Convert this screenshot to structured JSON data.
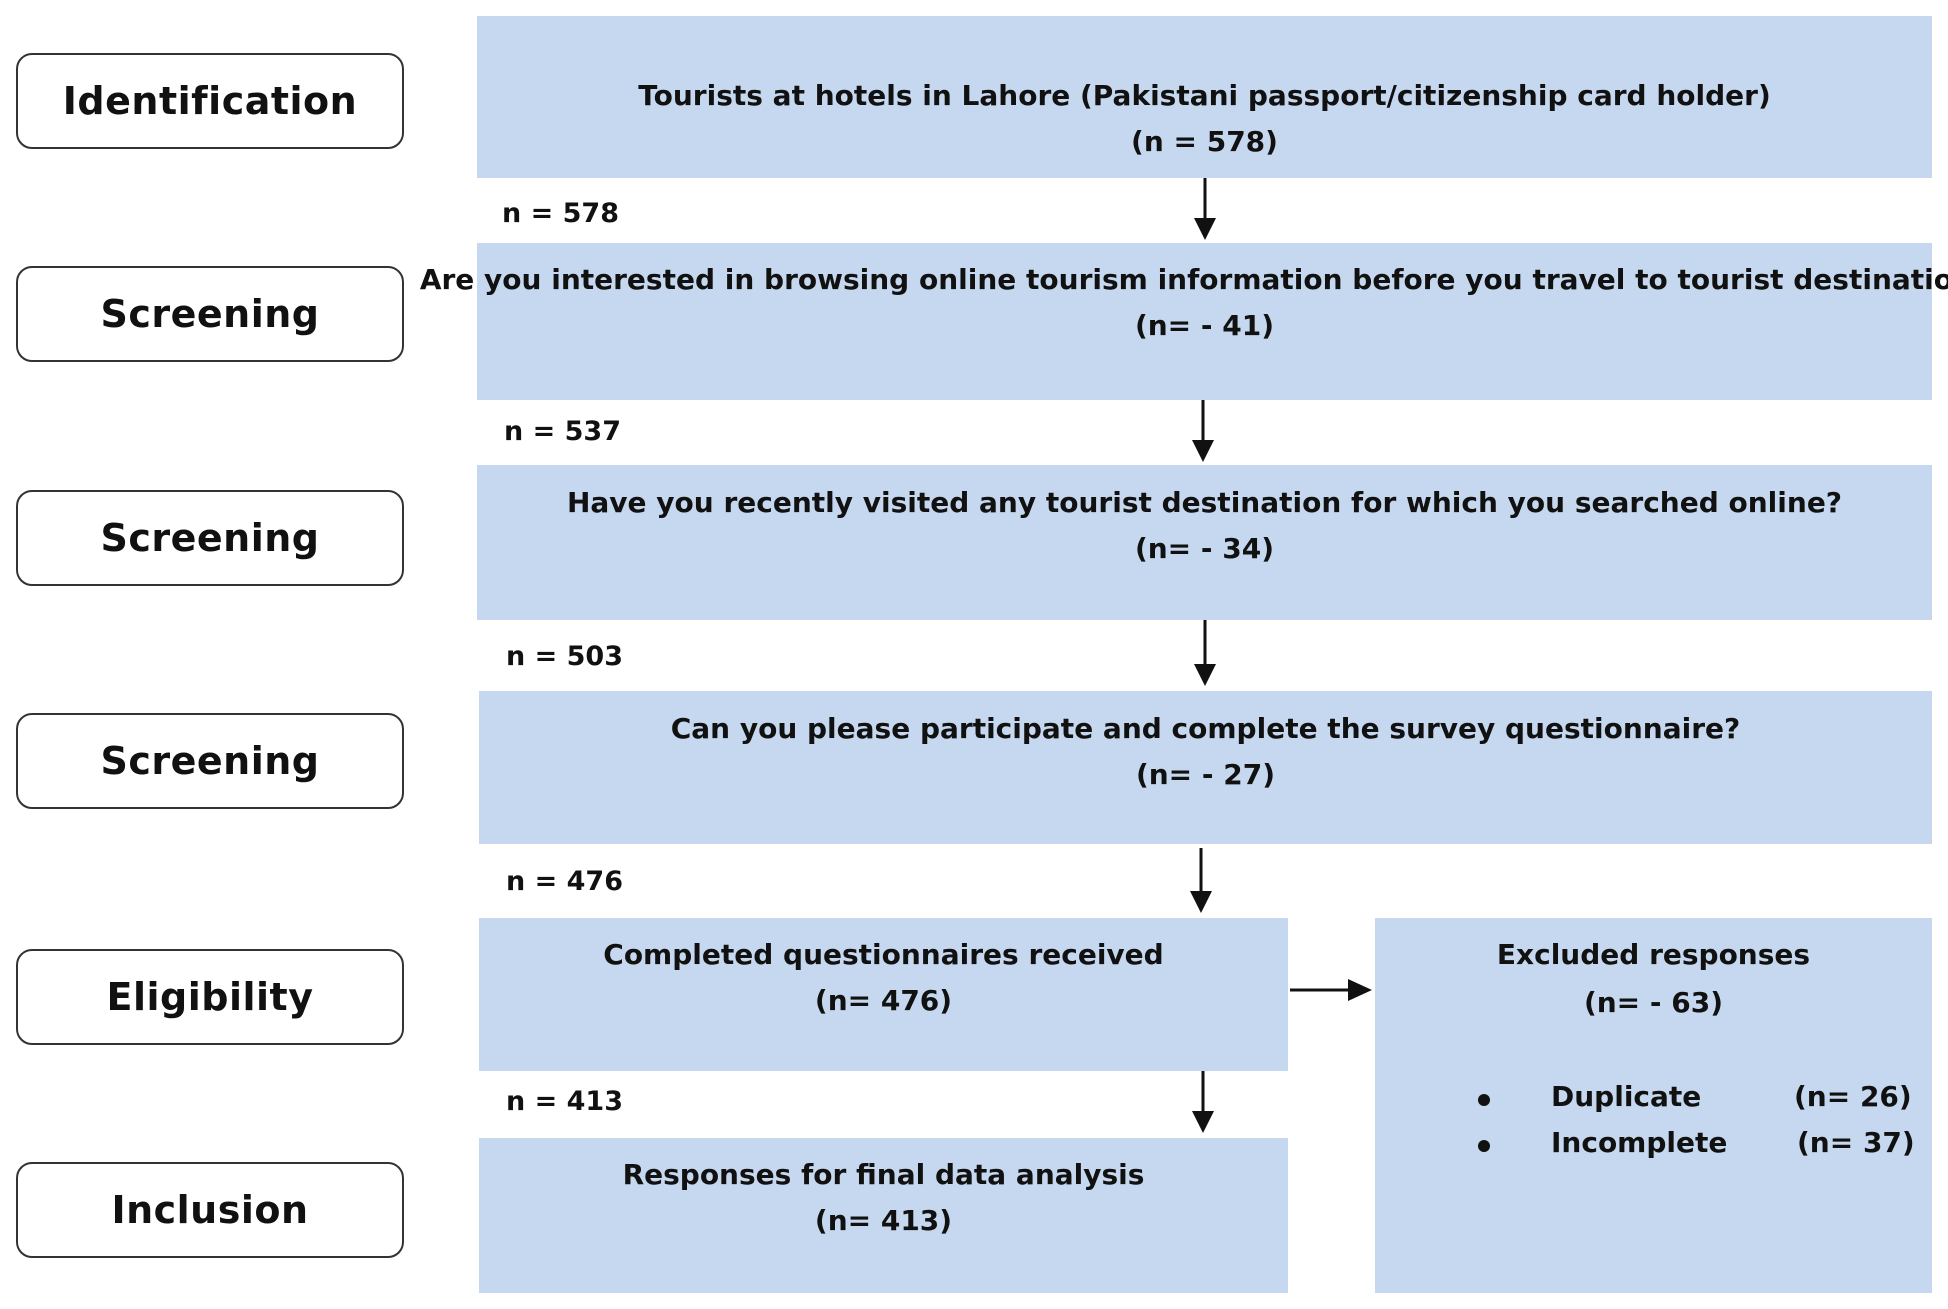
{
  "stages": [
    "Identification",
    "Screening",
    "Screening",
    "Screening",
    "Eligibility",
    "Inclusion"
  ],
  "boxes": {
    "identification": {
      "text": "Tourists at hotels in Lahore (Pakistani passport/citizenship card holder)",
      "n": "(n = 578)"
    },
    "screening1": {
      "text": "Are you interested in browsing online tourism information before you travel to tourist destination?",
      "n": "(n= - 41)"
    },
    "screening2": {
      "text": "Have you recently visited any tourist destination for which you searched online?",
      "n": "(n= - 34)"
    },
    "screening3": {
      "text": "Can you please participate and complete the survey questionnaire?",
      "n": "(n= - 27)"
    },
    "eligibility": {
      "text": "Completed questionnaires received",
      "n": "(n= 476)"
    },
    "inclusion": {
      "text": "Responses for final data analysis",
      "n": "(n= 413)"
    },
    "excluded": {
      "text": "Excluded responses",
      "n": "(n= - 63)",
      "items": [
        {
          "label": "Duplicate",
          "n": "(n= 26)"
        },
        {
          "label": "Incomplete",
          "n": "(n= 37)"
        }
      ]
    }
  },
  "flow_counts": [
    "n = 578",
    "n = 537",
    "n = 503",
    "n = 476",
    "n = 413"
  ]
}
